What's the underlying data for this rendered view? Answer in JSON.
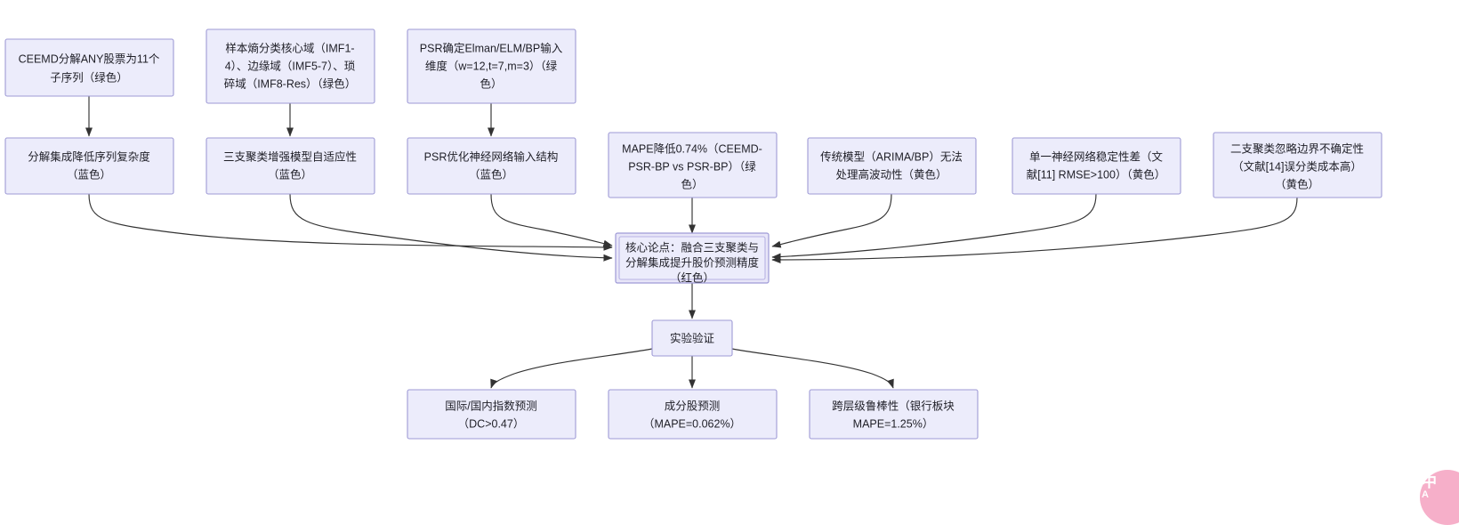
{
  "diagram": {
    "type": "flowchart",
    "direction": "bottom-up-convergent",
    "background_color": "#ffffff",
    "node_fill_color": "#ececfb",
    "node_border_color": "#9e9ad6",
    "edge_color": "#333333",
    "nodes": {
      "method_ceemd": "CEEMD分解ANY股票为11个子序列（绿色）",
      "method_entropy": "样本熵分类核心域（IMF1-4）、边缘域（IMF5-7）、琐碎域（IMF8-Res）（绿色）",
      "method_psr": "PSR确定Elman/ELM/BP输入维度（w=12,t=7,m=3）（绿色）",
      "finding_decomp": "分解集成降低序列复杂度（蓝色）",
      "finding_three_way": "三支聚类增强模型自适应性（蓝色）",
      "finding_psr": "PSR优化神经网络输入结构（蓝色）",
      "evidence_mape": "MAPE降低0.74%（CEEMD-PSR-BP vs PSR-BP）（绿色）",
      "gap_traditional": "传统模型（ARIMA/BP）无法处理高波动性（黄色）",
      "gap_single_nn": "单一神经网络稳定性差（文献[11] RMSE>100）（黄色）",
      "gap_two_way": "二支聚类忽略边界不确定性（文献[14]误分类成本高）（黄色）",
      "core_claim": "核心论点：融合三支聚类与分解集成提升股价预测精度（红色）",
      "experiment": "实验验证",
      "result_index": "国际/国内指数预测（DC>0.47）",
      "result_constituent": "成分股预测（MAPE=0.062%）",
      "result_robust": "跨层级鲁棒性（银行板块MAPE=1.25%）"
    },
    "node_lines": {
      "method_ceemd": [
        "CEEMD分解ANY股票为11个",
        "子序列（绿色）"
      ],
      "method_entropy": [
        "样本熵分类核心域（IMF1-",
        "4）、边缘域（IMF5-7）、琐",
        "碎域（IMF8-Res）（绿色）"
      ],
      "method_psr": [
        "PSR确定Elman/ELM/BP输入",
        "维度（w=12,t=7,m=3）（绿",
        "色）"
      ],
      "finding_decomp": [
        "分解集成降低序列复杂度",
        "（蓝色）"
      ],
      "finding_three_way": [
        "三支聚类增强模型自适应性",
        "（蓝色）"
      ],
      "finding_psr": [
        "PSR优化神经网络输入结构",
        "（蓝色）"
      ],
      "evidence_mape": [
        "MAPE降低0.74%（CEEMD-",
        "PSR-BP vs PSR-BP）（绿",
        "色）"
      ],
      "gap_traditional": [
        "传统模型（ARIMA/BP）无法",
        "处理高波动性（黄色）"
      ],
      "gap_single_nn": [
        "单一神经网络稳定性差（文",
        "献[11] RMSE>100）（黄色）"
      ],
      "gap_two_way": [
        "二支聚类忽略边界不确定性",
        "（文献[14]误分类成本高）",
        "（黄色）"
      ],
      "core_claim": [
        "核心论点：融合三支聚类与",
        "分解集成提升股价预测精度",
        "（红色）"
      ],
      "experiment": [
        "实验验证"
      ],
      "result_index": [
        "国际/国内指数预测",
        "（DC>0.47）"
      ],
      "result_constituent": [
        "成分股预测",
        "（MAPE=0.062%）"
      ],
      "result_robust": [
        "跨层级鲁棒性（银行板块",
        "MAPE=1.25%）"
      ]
    },
    "edges": [
      {
        "from": "method_ceemd",
        "to": "finding_decomp"
      },
      {
        "from": "method_entropy",
        "to": "finding_three_way"
      },
      {
        "from": "method_psr",
        "to": "finding_psr"
      },
      {
        "from": "finding_decomp",
        "to": "core_claim"
      },
      {
        "from": "finding_three_way",
        "to": "core_claim"
      },
      {
        "from": "finding_psr",
        "to": "core_claim"
      },
      {
        "from": "evidence_mape",
        "to": "core_claim"
      },
      {
        "from": "gap_traditional",
        "to": "core_claim"
      },
      {
        "from": "gap_single_nn",
        "to": "core_claim"
      },
      {
        "from": "gap_two_way",
        "to": "core_claim"
      },
      {
        "from": "core_claim",
        "to": "experiment"
      },
      {
        "from": "experiment",
        "to": "result_index"
      },
      {
        "from": "experiment",
        "to": "result_constituent"
      },
      {
        "from": "experiment",
        "to": "result_robust"
      }
    ]
  },
  "watermark": {
    "primary": "中",
    "secondary": "A",
    "color": "#f5a8c4"
  }
}
